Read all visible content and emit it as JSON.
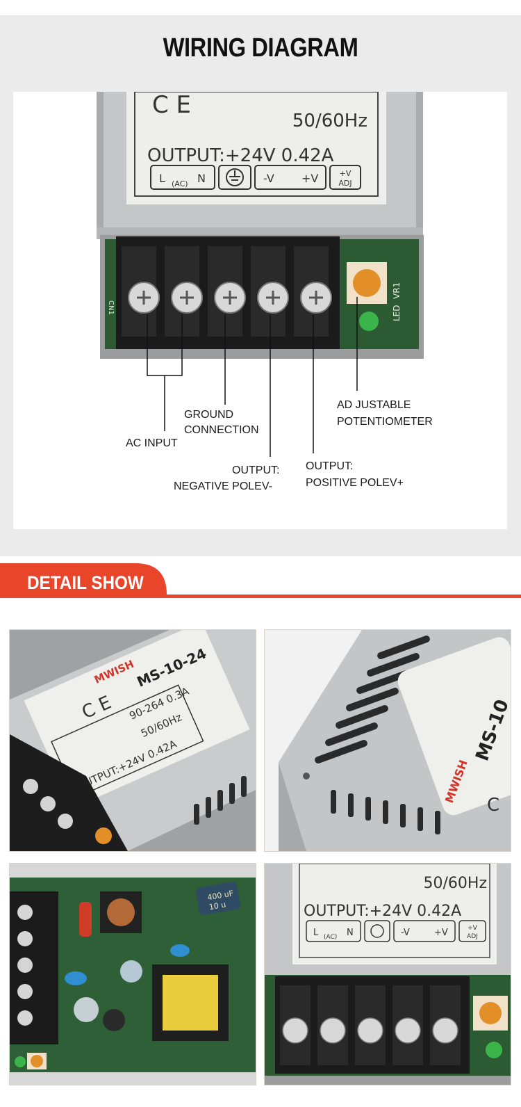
{
  "wiring": {
    "title": "WIRING DIAGRAM",
    "label_sheet": {
      "freq": "50/60Hz",
      "output": "OUTPUT:+24V  0.42A",
      "term_l": "L",
      "term_ac": "(AC)",
      "term_n": "N",
      "term_neg": "-V",
      "term_pos": "+V",
      "term_adj_top": "+V",
      "term_adj_bottom": "ADJ"
    },
    "callouts": {
      "ac_input": "AC INPUT",
      "ground_1": "GROUND",
      "ground_2": "CONNECTION",
      "neg_1": "OUTPUT:",
      "neg_2": "NEGATIVE POLEV-",
      "pos_1": "OUTPUT:",
      "pos_2": "POSITIVE POLEV+",
      "pot_1": "AD JUSTABLE",
      "pot_2": "POTENTIOMETER"
    },
    "board_marks": {
      "cn1": "CN1",
      "led": "LED",
      "vr1": "VR1"
    }
  },
  "detail": {
    "title": "DETAIL SHOW",
    "accent_color": "#e8452b",
    "photo1": {
      "brand": "MWISH",
      "model": "MS-10-24",
      "input": "90-264  0.3A",
      "freq": "50/60Hz",
      "output": "OUTPUT:+24V  0.42A"
    },
    "photo2": {
      "brand": "MWISH",
      "model": "MS-10"
    },
    "photo3": {
      "cap_value": "400 uF",
      "cap_v": "10 u"
    },
    "photo4": {
      "freq": "50/60Hz",
      "output": "OUTPUT:+24V  0.42A",
      "term_l": "L",
      "term_ac": "(AC)",
      "term_n": "N",
      "term_neg": "-V",
      "term_pos": "+V",
      "term_adj_top": "+V",
      "term_adj_bottom": "ADJ"
    }
  }
}
